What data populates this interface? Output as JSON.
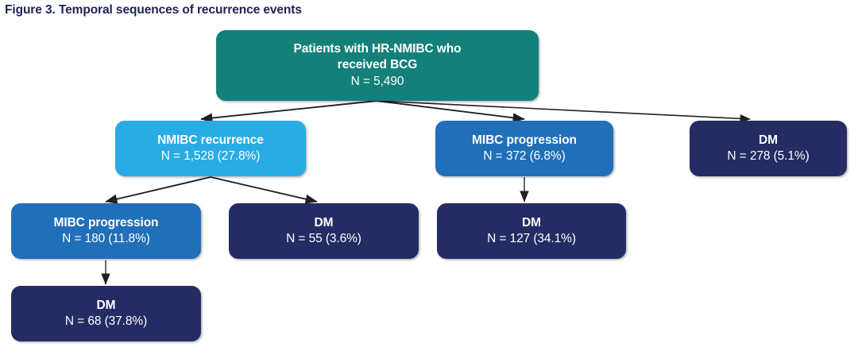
{
  "figure": {
    "title": "Figure 3. Temporal sequences of recurrence events",
    "title_color": "#1d2352"
  },
  "palette": {
    "teal": "#14807a",
    "light_blue": "#29ace3",
    "medium_blue": "#216fb8",
    "navy": "#242c63",
    "arrow": "#231f20",
    "background": "#ffffff"
  },
  "chart_data": {
    "type": "diagram",
    "title": "Figure 3. Temporal sequences of recurrence events",
    "nodes": [
      {
        "id": "root",
        "label_line1": "Patients with HR-NMIBC who",
        "label_line2": "received BCG",
        "label_line3": "N = 5,490",
        "n": 5490,
        "percent": null,
        "color": "#14807a",
        "row": 1
      },
      {
        "id": "nmibc-recurrence",
        "label_line1": "NMIBC recurrence",
        "label_line2": "N = 1,528 (27.8%)",
        "n": 1528,
        "percent": 27.8,
        "color": "#29ace3",
        "row": 2
      },
      {
        "id": "mibc-progression-372",
        "label_line1": "MIBC progression",
        "label_line2": "N = 372 (6.8%)",
        "n": 372,
        "percent": 6.8,
        "color": "#216fb8",
        "row": 2
      },
      {
        "id": "dm-278",
        "label_line1": "DM",
        "label_line2": "N = 278 (5.1%)",
        "n": 278,
        "percent": 5.1,
        "color": "#242c63",
        "row": 2
      },
      {
        "id": "mibc-progression-180",
        "label_line1": "MIBC progression",
        "label_line2": "N = 180 (11.8%)",
        "n": 180,
        "percent": 11.8,
        "color": "#216fb8",
        "row": 3
      },
      {
        "id": "dm-55",
        "label_line1": "DM",
        "label_line2": "N = 55 (3.6%)",
        "n": 55,
        "percent": 3.6,
        "color": "#242c63",
        "row": 3
      },
      {
        "id": "dm-127",
        "label_line1": "DM",
        "label_line2": "N = 127 (34.1%)",
        "n": 127,
        "percent": 34.1,
        "color": "#242c63",
        "row": 3
      },
      {
        "id": "dm-68",
        "label_line1": "DM",
        "label_line2": "N = 68 (37.8%)",
        "n": 68,
        "percent": 37.8,
        "color": "#242c63",
        "row": 4
      }
    ],
    "edges": [
      {
        "from": "root",
        "to": "nmibc-recurrence"
      },
      {
        "from": "root",
        "to": "mibc-progression-372"
      },
      {
        "from": "root",
        "to": "dm-278"
      },
      {
        "from": "nmibc-recurrence",
        "to": "mibc-progression-180"
      },
      {
        "from": "nmibc-recurrence",
        "to": "dm-55"
      },
      {
        "from": "mibc-progression-372",
        "to": "dm-127"
      },
      {
        "from": "mibc-progression-180",
        "to": "dm-68"
      }
    ]
  }
}
